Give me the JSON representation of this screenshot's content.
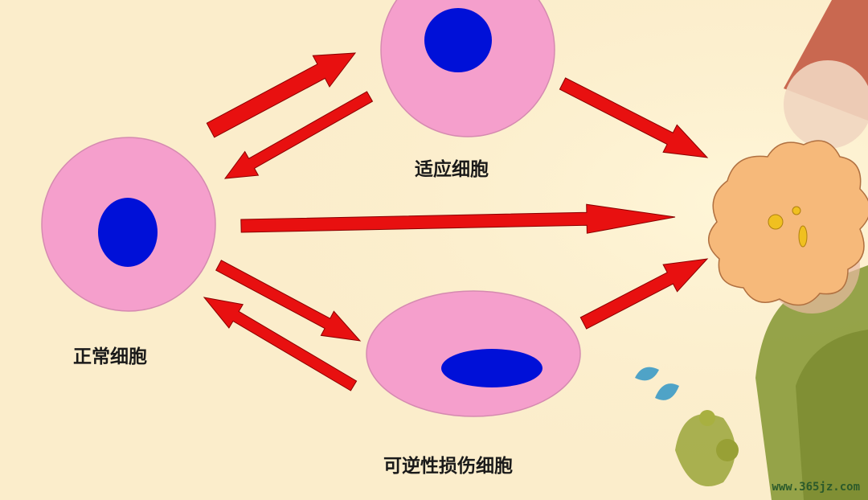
{
  "labels": {
    "normal_cell": "正常细胞",
    "adapted_cell": "适应细胞",
    "reversible_injury_cell": "可逆性损伤细胞"
  },
  "watermark": "www.365jz.com",
  "colors": {
    "background": "#fbedcb",
    "cell_body": "#f59fcc",
    "nucleus": "#0010d8",
    "arrow": "#e81010",
    "dead_cell": "#f6b97a",
    "dead_cell_spots": "#f0c020"
  }
}
